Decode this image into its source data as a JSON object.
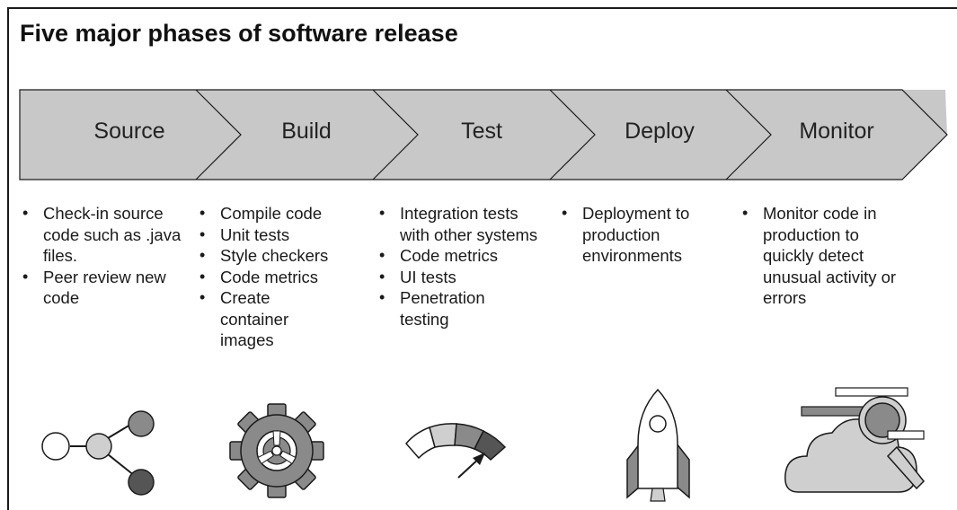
{
  "title": "Five major phases of software release",
  "phases": [
    {
      "name": "Source",
      "icon": "share-nodes-icon",
      "bullets": [
        "Check-in source code such as .java files.",
        "Peer review new code"
      ]
    },
    {
      "name": "Build",
      "icon": "gear-icon",
      "bullets": [
        "Compile code",
        "Unit tests",
        "Style checkers",
        "Code metrics",
        "Create container images"
      ]
    },
    {
      "name": "Test",
      "icon": "gauge-icon",
      "bullets": [
        "Integration tests with other systems",
        "Code metrics",
        "UI tests",
        "Penetration testing"
      ]
    },
    {
      "name": "Deploy",
      "icon": "rocket-icon",
      "bullets": [
        "Deployment to production environments"
      ]
    },
    {
      "name": "Monitor",
      "icon": "cloud-magnifier-icon",
      "bullets": [
        "Monitor code in production to quickly detect unusual activity or errors"
      ]
    }
  ],
  "colors": {
    "arrow_fill": "#c8c8c8",
    "stroke": "#1a1a1a",
    "dark": "#555555",
    "mid": "#8a8a8a",
    "light": "#cfcfcf"
  }
}
